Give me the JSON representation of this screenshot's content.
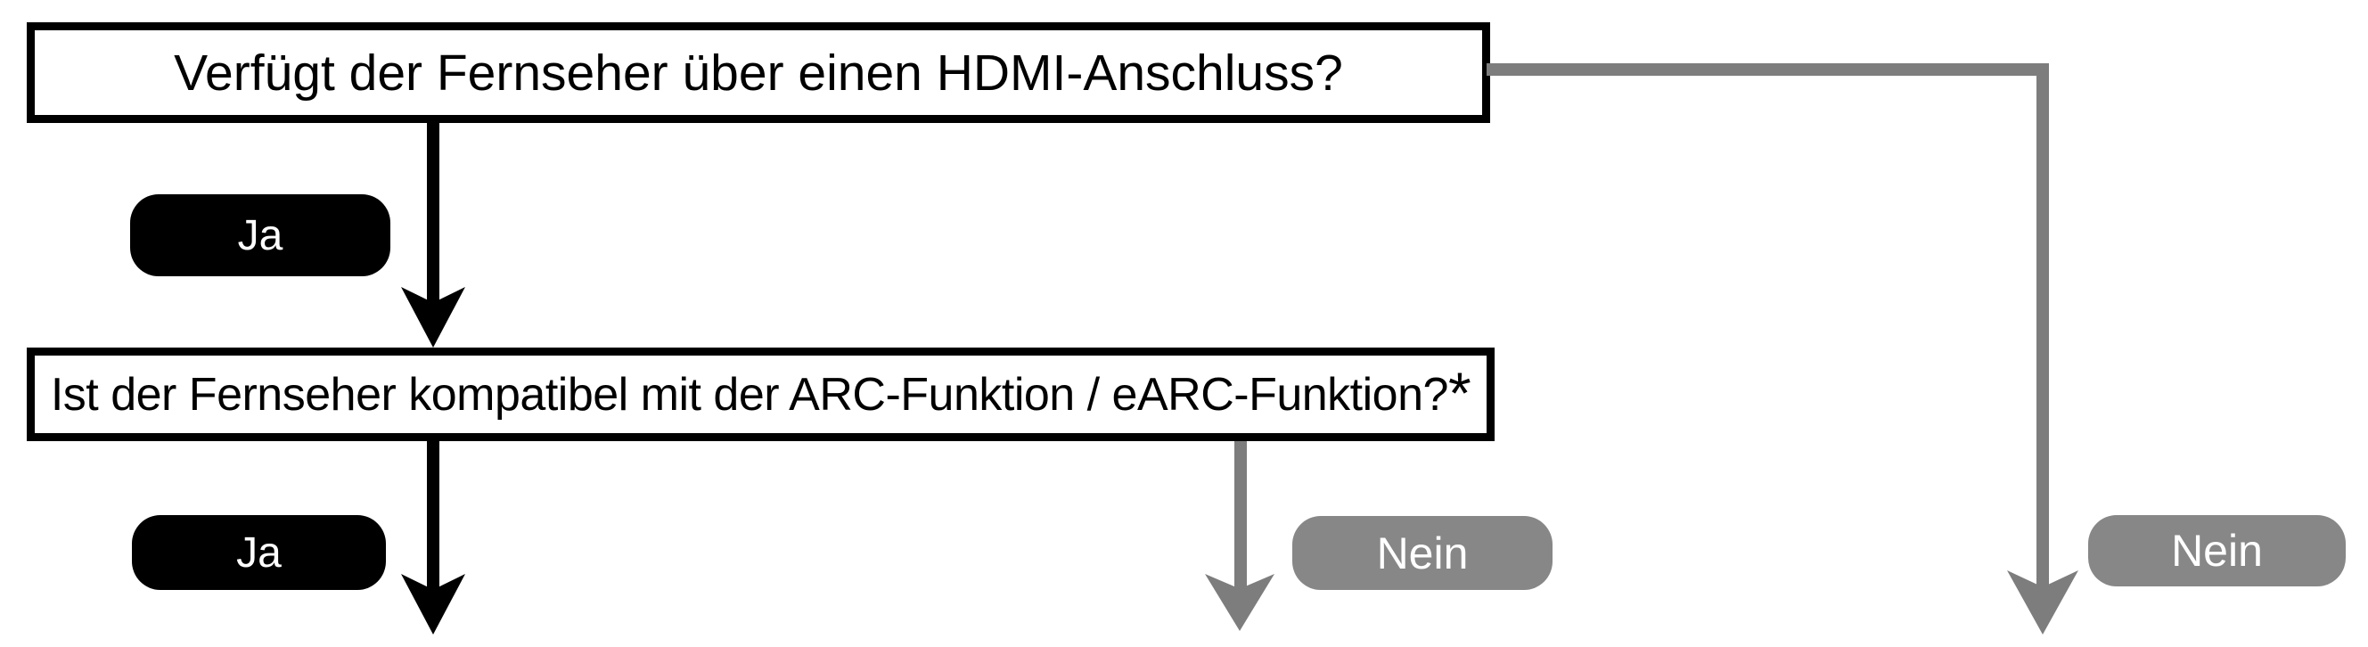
{
  "flowchart": {
    "question1": "Verfügt der Fernseher über einen HDMI-Anschluss?",
    "question2_main": "Ist der Fernseher kompatibel mit der ARC-Funktion / eARC-Funktion?",
    "question2_asterisk": "*",
    "labels": {
      "yes": "Ja",
      "no": "Nein"
    },
    "colors": {
      "black": "#000000",
      "line_gray": "#7d7d7d",
      "badge_gray": "#878787",
      "background": "#ffffff"
    }
  }
}
